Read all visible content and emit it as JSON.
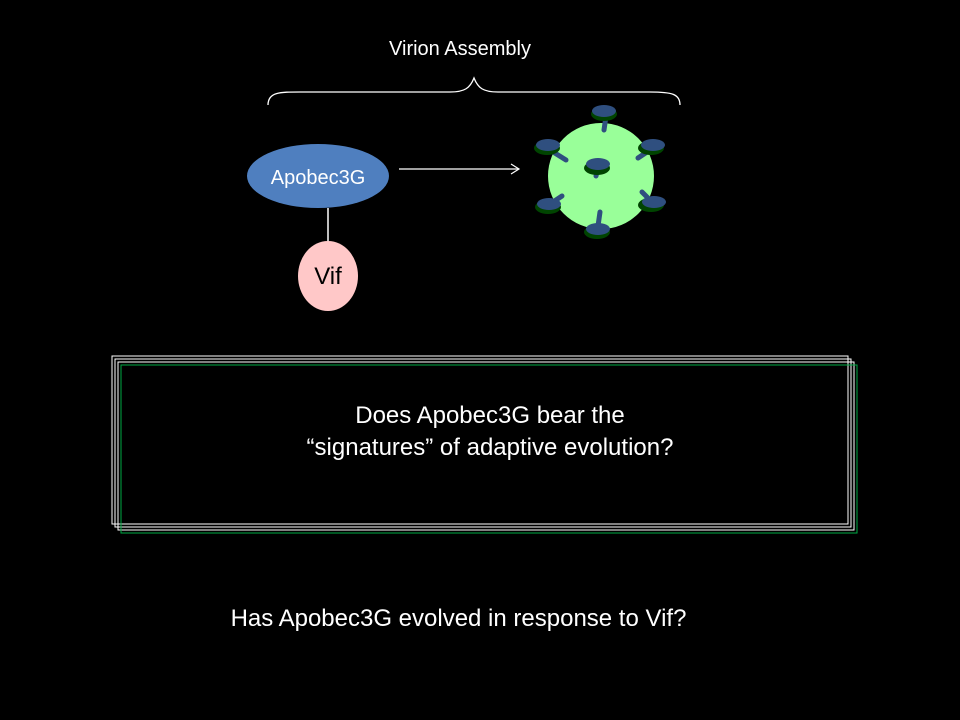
{
  "slide": {
    "heading": "Virion Assembly",
    "nodes": {
      "apobec": "Apobec3G",
      "vif": "Vif"
    },
    "box_question": {
      "line1": "Does Apobec3G bear the",
      "line2": "“signatures” of adaptive evolution?"
    },
    "bottom_question": "Has Apobec3G evolved in response to Vif?"
  },
  "colors": {
    "background": "#000000",
    "apobec_fill": "#4f7fbf",
    "vif_fill": "#ffc8c8",
    "virion_fill": "#99ff99",
    "spike_head": "#2f4f7f",
    "spike_base": "#004400",
    "box_border_outer": "#ffffff",
    "box_border_inner": "#00aa44"
  },
  "icons": {
    "virion": "virion-particle-icon",
    "arrow": "arrow-right-icon",
    "brace": "curly-brace-icon"
  }
}
